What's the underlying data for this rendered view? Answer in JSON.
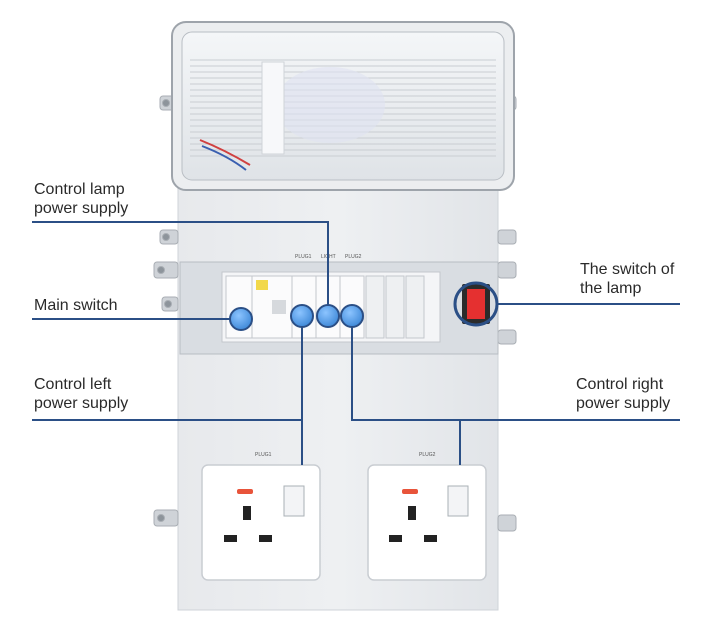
{
  "callouts": {
    "lamp_power": [
      "Control lamp",
      "power supply"
    ],
    "main_switch": "Main switch",
    "lamp_switch": [
      "The switch of",
      "the lamp"
    ],
    "left_power": [
      "Control left",
      "power supply"
    ],
    "right_power": [
      "Control right",
      "power supply"
    ]
  },
  "breaker_labels": {
    "plug1": "PLUG1",
    "light": "LIGHT",
    "plug2": "PLUG2"
  },
  "socket_labels": {
    "left": "PLUG1",
    "right": "PLUG2"
  },
  "colors": {
    "leader_line": "#2b4f86",
    "highlight": "#4a8fdc",
    "rocker": "#e53030",
    "indicator": "#e8543a",
    "panel": "#e3e6ea"
  }
}
